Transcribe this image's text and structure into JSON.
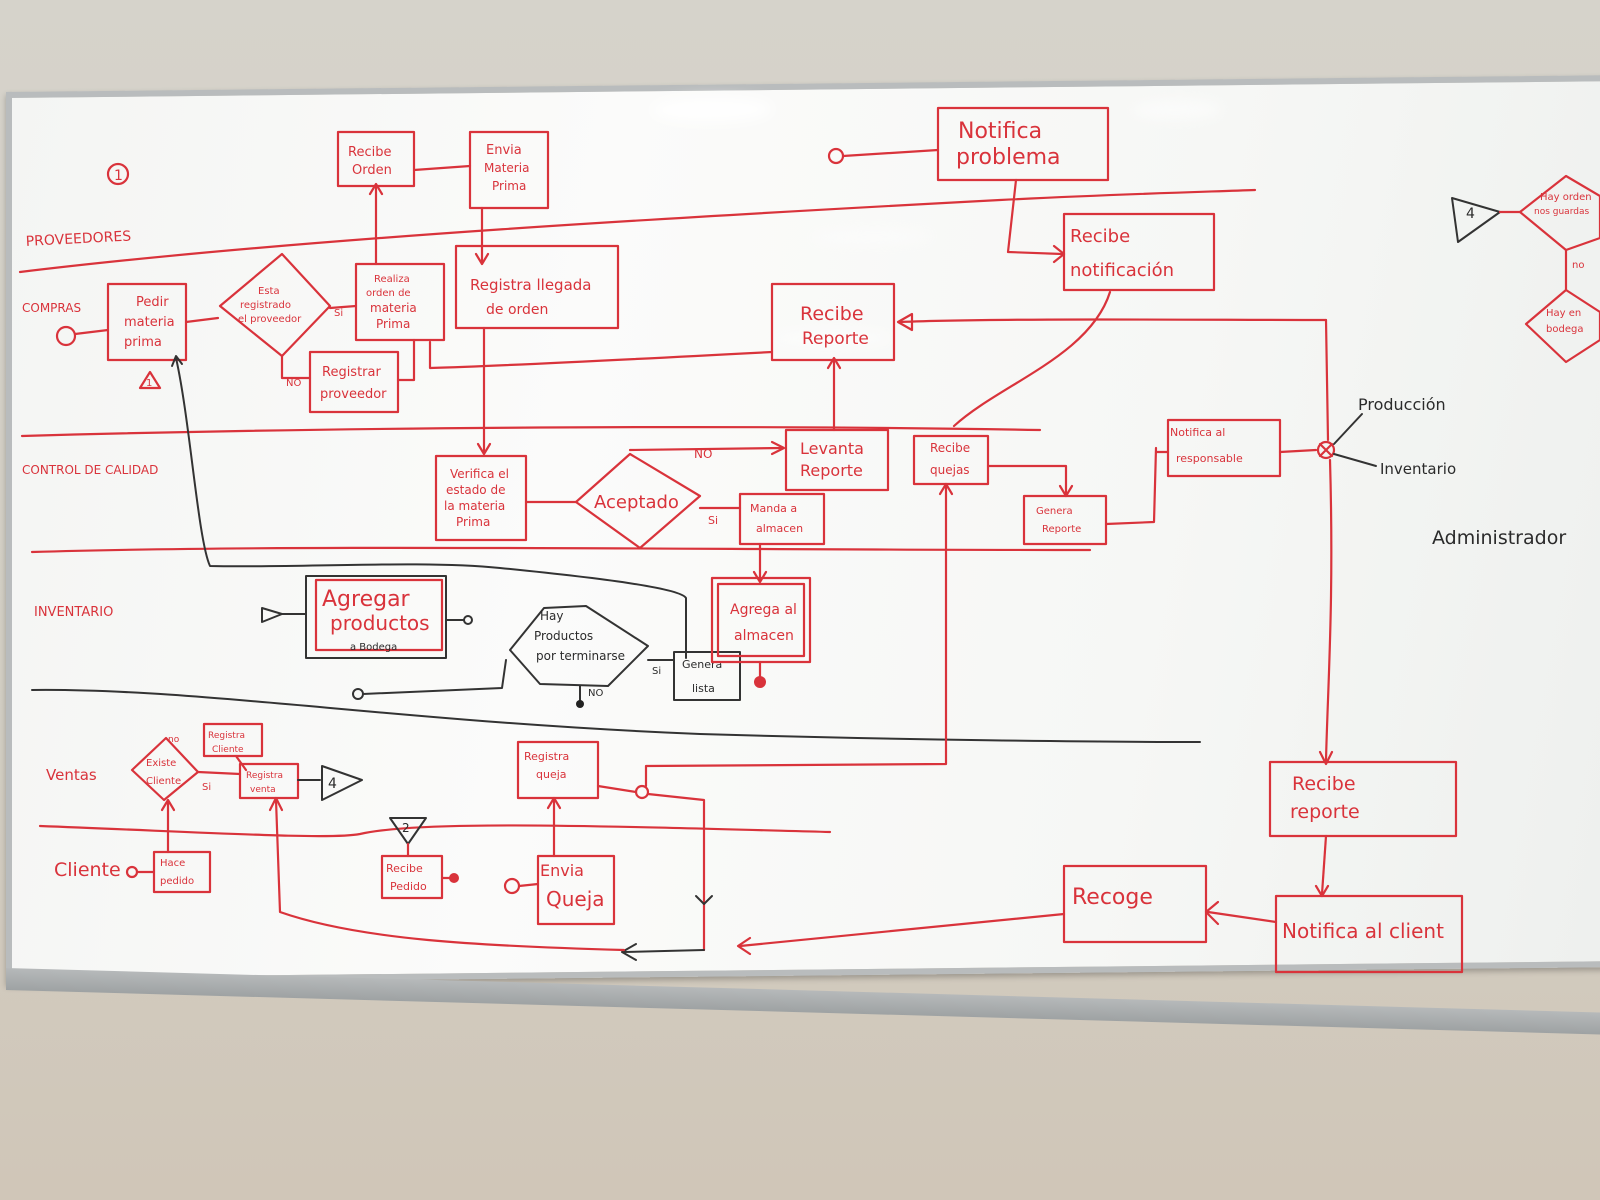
{
  "colors": {
    "marker_red": "#d9333b",
    "marker_black": "#2b2b2b",
    "board": "#f7f8f6",
    "frame": "#b9bcbd"
  },
  "lanes": {
    "proveedores": "PROVEEDORES",
    "compras": "COMPRAS",
    "control": "CONTROL DE CALIDAD",
    "inventario": "INVENTARIO",
    "ventas": "Ventas",
    "cliente": "Cliente"
  },
  "page_marker": "1",
  "nodes": {
    "recibe_orden": [
      "Recibe",
      "Orden"
    ],
    "envia_materia": [
      "Envia",
      "Materia",
      "Prima"
    ],
    "notifica_problema": [
      "Notifica",
      "problema"
    ],
    "recibe_notificacion": [
      "Recibe",
      "notificación"
    ],
    "pedir_materia": [
      "Pedir",
      "materia",
      "prima"
    ],
    "esta_registrado": [
      "Esta",
      "registrado",
      "el proveedor"
    ],
    "realiza_orden": [
      "Realiza",
      "orden de",
      "materia",
      "Prima"
    ],
    "registrar_proveedor": [
      "Registrar",
      "proveedor"
    ],
    "registra_llegada": [
      "Registra llegada",
      "de orden"
    ],
    "recibe_reporte_compras": [
      "Recibe",
      "Reporte"
    ],
    "verifica_estado": [
      "Verifica el",
      "estado de",
      "la materia",
      "Prima"
    ],
    "aceptado": "Aceptado",
    "levanta_reporte": [
      "Levanta",
      "Reporte"
    ],
    "recibe_quejas": [
      "Recibe",
      "quejas"
    ],
    "genera_reporte": [
      "Genera",
      "Reporte"
    ],
    "notifica_responsable": [
      "Notifica al",
      "responsable"
    ],
    "manda_almacen": [
      "Manda a",
      "almacen"
    ],
    "agregar_productos": [
      "Agregar",
      "productos",
      "a Bodega"
    ],
    "hay_productos": [
      "Hay",
      "Productos",
      "por terminarse"
    ],
    "genera_lista": [
      "Genera",
      "lista"
    ],
    "agrega_almacen": [
      "Agrega al",
      "almacen"
    ],
    "existe_cliente": [
      "Existe",
      "Cliente"
    ],
    "registra_cliente": [
      "Registra",
      "Cliente"
    ],
    "registra_venta": [
      "Registra",
      "venta"
    ],
    "registra_queja": [
      "Registra",
      "queja"
    ],
    "recibe_reporte_final": [
      "Recibe",
      "reporte"
    ],
    "hace_pedido": [
      "Hace",
      "pedido"
    ],
    "recibe_pedido": [
      "Recibe",
      "Pedido"
    ],
    "envia_queja": [
      "Envia",
      "Queja"
    ],
    "recoge": "Recoge",
    "notifica_cliente": "Notifica al client",
    "hay_orden": [
      "Hay orden",
      "nos guardas"
    ],
    "hay_en_bodega": [
      "Hay en",
      "bodega"
    ]
  },
  "labels": {
    "si": "Si",
    "no": "NO",
    "no_lower": "no",
    "produccion": "Producción",
    "inventario_side": "Inventario",
    "administrador": "Administrador",
    "conn1": "1",
    "conn2": "2",
    "conn4": "4",
    "conn4b": "4"
  }
}
